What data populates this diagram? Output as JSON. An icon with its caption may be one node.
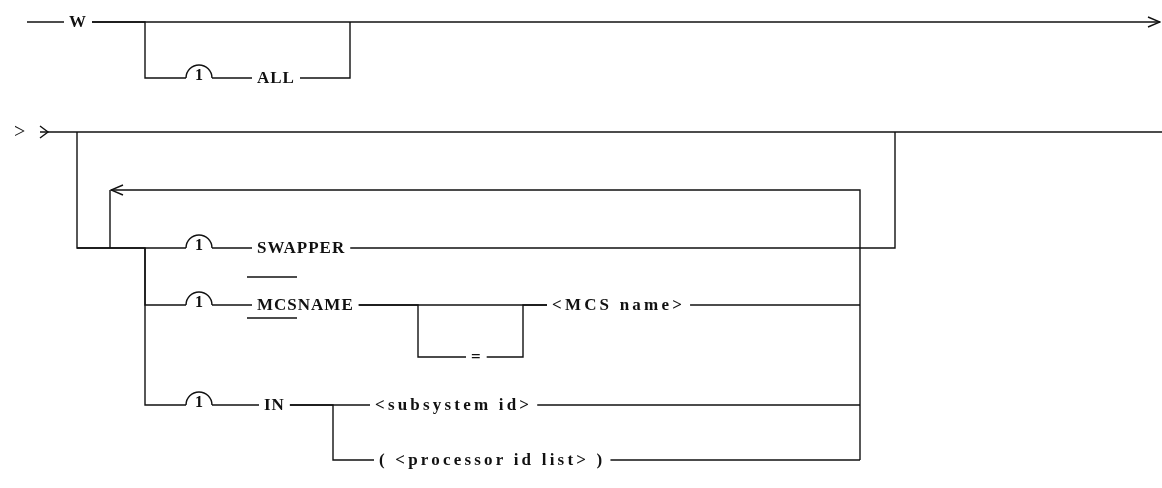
{
  "diagram": {
    "nodes": [
      {
        "text": [
          "W"
        ]
      },
      {
        "text": [
          "1"
        ]
      },
      {
        "text": [
          "ALL"
        ]
      },
      {
        "text": [
          "1"
        ]
      },
      {
        "text": [
          "SWAPPER"
        ]
      },
      {
        "text": [
          "1"
        ]
      },
      {
        "text": [
          "MCSNAME"
        ]
      },
      {
        "text": [
          "="
        ]
      },
      {
        "text": [
          "<MCS name>"
        ]
      },
      {
        "text": [
          "1"
        ]
      },
      {
        "text": [
          "IN"
        ]
      },
      {
        "text": [
          "<subsystem id>"
        ]
      },
      {
        "text": [
          "( <processor id list> )"
        ]
      }
    ],
    "edges": [
      {
        "from": null,
        "to": 0,
        "arrow": "none"
      },
      {
        "from": 0,
        "to": null,
        "arrow": "to"
      },
      {
        "from": 0,
        "to": 1,
        "arrow": "none"
      },
      {
        "from": 1,
        "to": 2,
        "arrow": "none"
      },
      {
        "from": 2,
        "to": null,
        "arrow": "none"
      },
      {
        "from": null,
        "to": 3,
        "arrow": "none"
      },
      {
        "from": 3,
        "to": 4,
        "arrow": "none"
      },
      {
        "from": 4,
        "to": null,
        "arrow": "none"
      },
      {
        "from": null,
        "to": 5,
        "arrow": "none"
      },
      {
        "from": 5,
        "to": 6,
        "arrow": "none"
      },
      {
        "from": 6,
        "to": 8,
        "arrow": "none"
      },
      {
        "from": 6,
        "to": 7,
        "arrow": "none"
      },
      {
        "from": 7,
        "to": 8,
        "arrow": "none"
      },
      {
        "from": 8,
        "to": null,
        "arrow": "none"
      },
      {
        "from": null,
        "to": 9,
        "arrow": "none"
      },
      {
        "from": 9,
        "to": 10,
        "arrow": "none"
      },
      {
        "from": 10,
        "to": 11,
        "arrow": "none"
      },
      {
        "from": 10,
        "to": 12,
        "arrow": "none"
      },
      {
        "from": 11,
        "to": null,
        "arrow": "none"
      },
      {
        "from": 12,
        "to": null,
        "arrow": "none"
      }
    ],
    "labels": [
      ">"
    ]
  }
}
